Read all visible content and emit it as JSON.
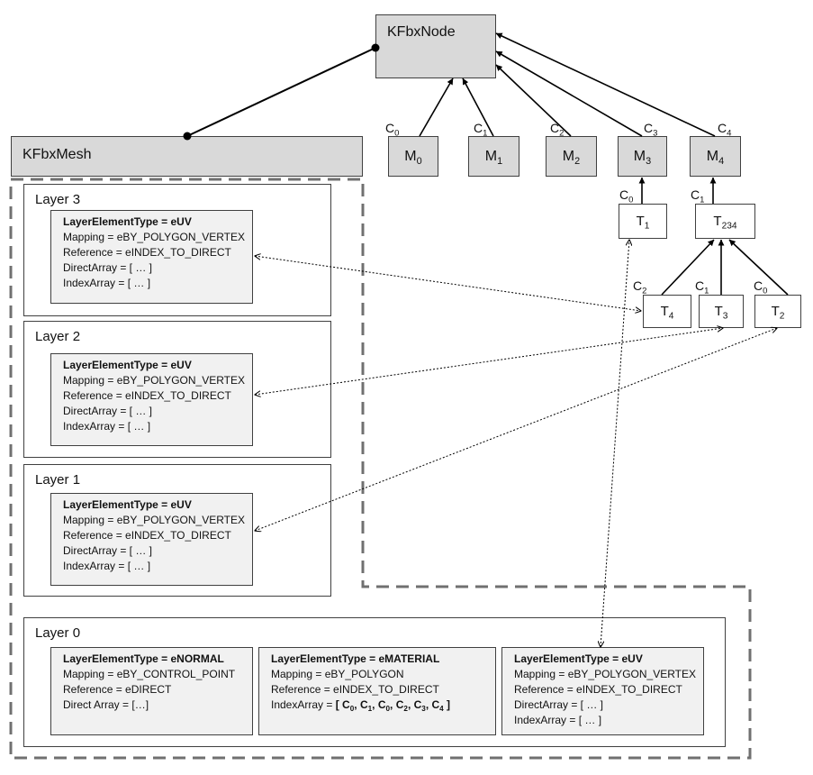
{
  "nodes": {
    "kfbxnode": "KFbxNode",
    "kfbxmesh": "KFbxMesh"
  },
  "materials": [
    {
      "base": "M",
      "sub": "0",
      "c_base": "C",
      "c_sub": "0"
    },
    {
      "base": "M",
      "sub": "1",
      "c_base": "C",
      "c_sub": "1"
    },
    {
      "base": "M",
      "sub": "2",
      "c_base": "C",
      "c_sub": "2"
    },
    {
      "base": "M",
      "sub": "3",
      "c_base": "C",
      "c_sub": "3"
    },
    {
      "base": "M",
      "sub": "4",
      "c_base": "C",
      "c_sub": "4"
    }
  ],
  "textures": [
    {
      "base": "T",
      "sub": "1",
      "c_base": "C",
      "c_sub": "0"
    },
    {
      "base": "T",
      "sub": "234",
      "c_base": "C",
      "c_sub": "1"
    },
    {
      "base": "T",
      "sub": "4",
      "c_base": "C",
      "c_sub": "2"
    },
    {
      "base": "T",
      "sub": "3",
      "c_base": "C",
      "c_sub": "1"
    },
    {
      "base": "T",
      "sub": "2",
      "c_base": "C",
      "c_sub": "0"
    }
  ],
  "layers": {
    "layer3": {
      "title": "Layer 3",
      "element": {
        "type": "LayerElementType = eUV",
        "mapping": "Mapping = eBY_POLYGON_VERTEX",
        "reference": "Reference = eINDEX_TO_DIRECT",
        "direct": "DirectArray = [ … ]",
        "index": "IndexArray = [ … ]"
      }
    },
    "layer2": {
      "title": "Layer 2",
      "element": {
        "type": "LayerElementType = eUV",
        "mapping": "Mapping = eBY_POLYGON_VERTEX",
        "reference": "Reference = eINDEX_TO_DIRECT",
        "direct": "DirectArray = [ … ]",
        "index": "IndexArray = [ … ]"
      }
    },
    "layer1": {
      "title": "Layer 1",
      "element": {
        "type": "LayerElementType = eUV",
        "mapping": "Mapping = eBY_POLYGON_VERTEX",
        "reference": "Reference = eINDEX_TO_DIRECT",
        "direct": "DirectArray = [ … ]",
        "index": "IndexArray = [ … ]"
      }
    },
    "layer0": {
      "title": "Layer 0",
      "normal": {
        "type": "LayerElementType = eNORMAL",
        "mapping": "Mapping = eBY_CONTROL_POINT",
        "reference": "Reference = eDIRECT",
        "direct": "Direct Array = […]"
      },
      "material": {
        "type": "LayerElementType = eMATERIAL",
        "mapping": "Mapping = eBY_POLYGON",
        "reference": "Reference = eINDEX_TO_DIRECT",
        "index_prefix": "IndexArray = ",
        "index_values": [
          "C0",
          "C1",
          "C0",
          "C2",
          "C3",
          "C4"
        ]
      },
      "uv": {
        "type": "LayerElementType = eUV",
        "mapping": "Mapping = eBY_POLYGON_VERTEX",
        "reference": "Reference = eINDEX_TO_DIRECT",
        "direct": "DirectArray = [ … ]",
        "index": "IndexArray = [ … ]"
      }
    }
  }
}
